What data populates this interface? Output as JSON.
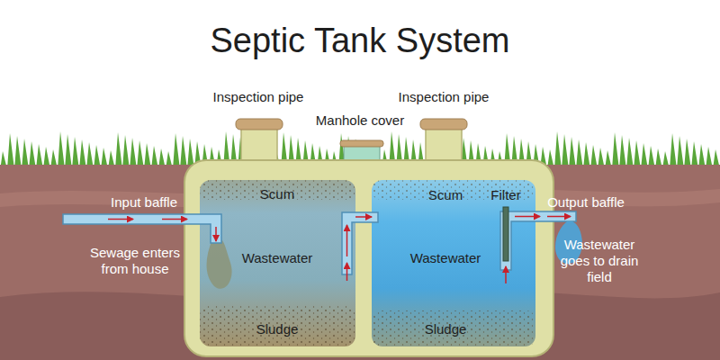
{
  "diagram": {
    "title": "Septic Tank System",
    "nodes": [
      {
        "text": [
          "Scum",
          "Wastewater",
          "Sludge"
        ]
      },
      {
        "text": [
          "Scum",
          "Wastewater",
          "Sludge"
        ]
      }
    ],
    "edges": [
      {
        "from": 0,
        "to": 1,
        "arrow": "to"
      }
    ],
    "labels": [
      "Inspection pipe",
      "Manhole cover",
      "Inspection pipe",
      "Input baffle",
      "Sewage enters from house",
      "Filter",
      "Output baffle",
      "Wastewater goes to drain field"
    ]
  }
}
